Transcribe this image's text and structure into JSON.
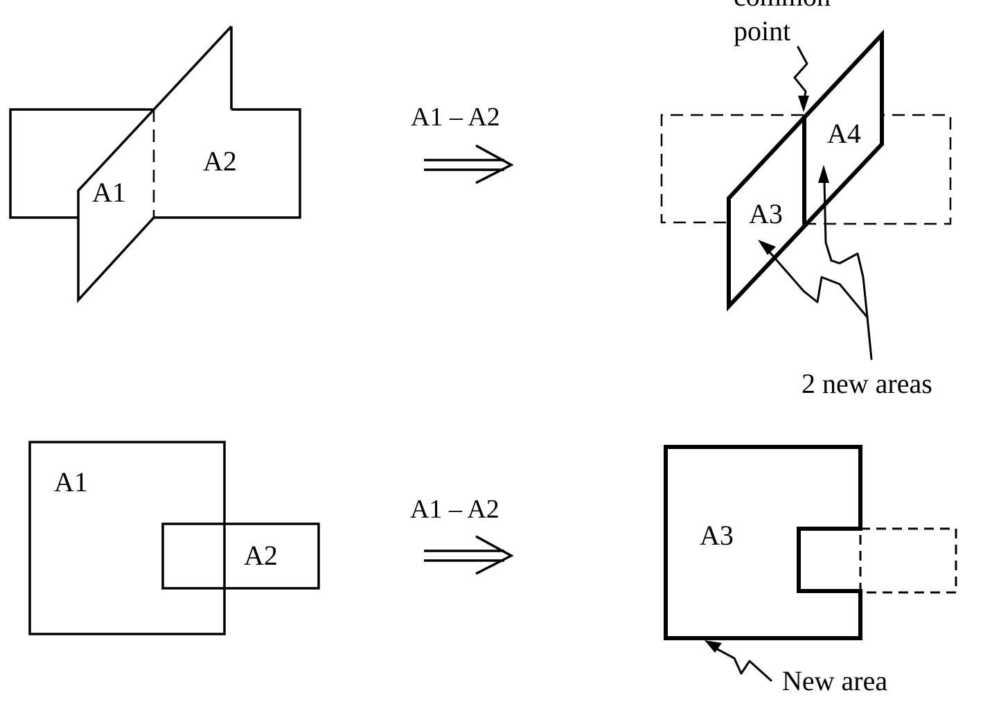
{
  "top_row": {
    "left": {
      "a1": "A1",
      "a2": "A2"
    },
    "operation": "A1 – A2",
    "right": {
      "a3": "A3",
      "a4": "A4",
      "common_point": [
        "common",
        "point"
      ],
      "new_areas": "2 new areas"
    }
  },
  "bottom_row": {
    "left": {
      "a1": "A1",
      "a2": "A2"
    },
    "operation": "A1 – A2",
    "right": {
      "a3": "A3",
      "new_area": "New area"
    }
  }
}
